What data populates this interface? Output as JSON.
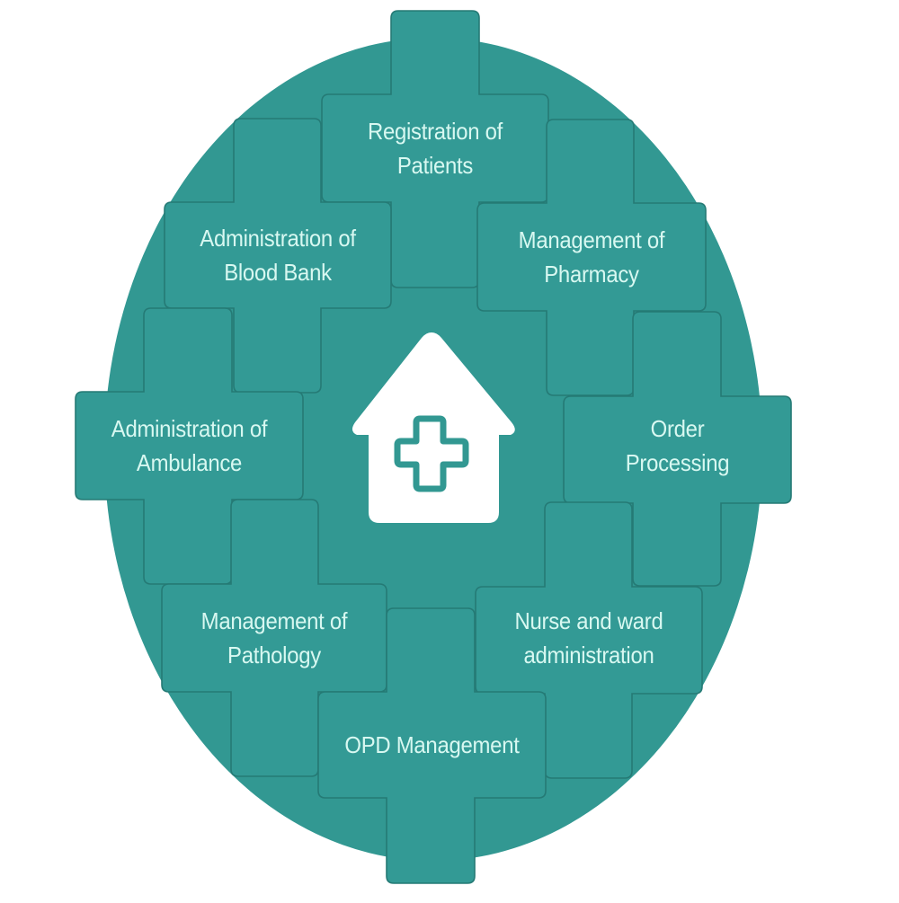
{
  "colors": {
    "background": "#ffffff",
    "ellipse_fill": "#329892",
    "tile_fill": "#339a95",
    "tile_edge": "#257a75",
    "text": "#d8f8f1",
    "icon_fill": "#ffffff",
    "icon_accent": "#329892"
  },
  "center_icon": {
    "name": "hospital-house-icon",
    "inner_symbol": "medical-cross-icon"
  },
  "modules": [
    {
      "id": "registration-of-patients",
      "line1": "Registration of",
      "line2": "Patients"
    },
    {
      "id": "administration-of-blood-bank",
      "line1": "Administration of",
      "line2": "Blood Bank"
    },
    {
      "id": "management-of-pharmacy",
      "line1": "Management of",
      "line2": "Pharmacy"
    },
    {
      "id": "administration-of-ambulance",
      "line1": "Administration of",
      "line2": "Ambulance"
    },
    {
      "id": "order-processing",
      "line1": "Order",
      "line2": "Processing"
    },
    {
      "id": "management-of-pathology",
      "line1": "Management of",
      "line2": "Pathology"
    },
    {
      "id": "nurse-and-ward-administration",
      "line1": "Nurse and ward",
      "line2": "administration"
    },
    {
      "id": "opd-management",
      "line1": "OPD Management",
      "line2": ""
    }
  ]
}
